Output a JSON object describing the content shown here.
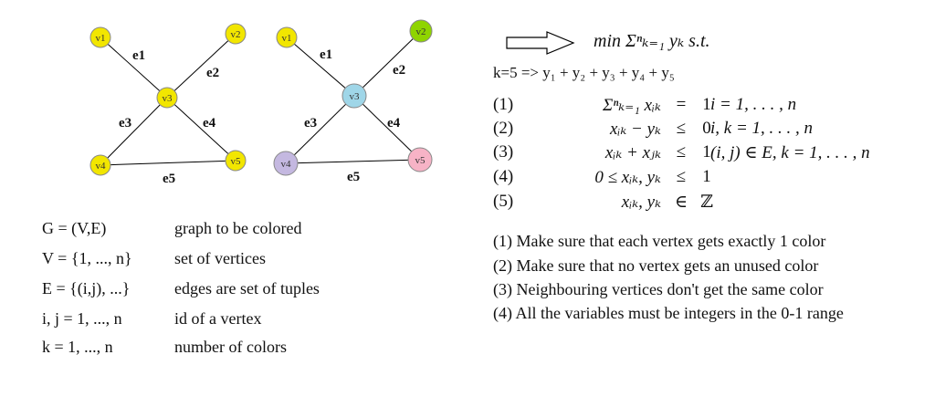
{
  "graph_left": {
    "vertices": [
      {
        "label": "v1",
        "color": "#f2e600"
      },
      {
        "label": "v2",
        "color": "#f2e600"
      },
      {
        "label": "v3",
        "color": "#f2e600"
      },
      {
        "label": "v4",
        "color": "#f2e600"
      },
      {
        "label": "v5",
        "color": "#f2e600"
      }
    ],
    "edges": [
      {
        "label": "e1",
        "from": "v1",
        "to": "v3"
      },
      {
        "label": "e2",
        "from": "v2",
        "to": "v3"
      },
      {
        "label": "e3",
        "from": "v3",
        "to": "v4"
      },
      {
        "label": "e4",
        "from": "v3",
        "to": "v5"
      },
      {
        "label": "e5",
        "from": "v4",
        "to": "v5"
      }
    ]
  },
  "graph_right": {
    "vertices": [
      {
        "label": "v1",
        "color": "#f2e600"
      },
      {
        "label": "v2",
        "color": "#8fd400"
      },
      {
        "label": "v3",
        "color": "#9fd6e8"
      },
      {
        "label": "v4",
        "color": "#c4b8e0"
      },
      {
        "label": "v5",
        "color": "#f7b3c6"
      }
    ],
    "edges": [
      {
        "label": "e1",
        "from": "v1",
        "to": "v3"
      },
      {
        "label": "e2",
        "from": "v2",
        "to": "v3"
      },
      {
        "label": "e3",
        "from": "v3",
        "to": "v4"
      },
      {
        "label": "e4",
        "from": "v3",
        "to": "v5"
      },
      {
        "label": "e5",
        "from": "v4",
        "to": "v5"
      }
    ]
  },
  "definitions": [
    {
      "symbol": "G = (V,E)",
      "description": "graph to be colored"
    },
    {
      "symbol": "V = {1, ..., n}",
      "description": "set of vertices"
    },
    {
      "symbol": "E = {(i,j), ...}",
      "description": "edges are set of tuples"
    },
    {
      "symbol": "i, j = 1, ..., n",
      "description": "id of a vertex"
    },
    {
      "symbol": "k = 1, ..., n",
      "description": "number of colors"
    }
  ],
  "objective": "min Σⁿₖ₌₁ yₖ  s.t.",
  "k_line": "k=5 => y₁ + y₂ + y₃ + y₄ + y₅",
  "constraints": [
    {
      "num": "(1)",
      "lhs": "Σⁿₖ₌₁ xᵢₖ",
      "rel": "=",
      "rhs": "1",
      "cond": "i = 1, . . . , n"
    },
    {
      "num": "(2)",
      "lhs": "xᵢₖ − yₖ",
      "rel": "≤",
      "rhs": "0",
      "cond": "i, k = 1, . . . , n"
    },
    {
      "num": "(3)",
      "lhs": "xᵢₖ + xⱼₖ",
      "rel": "≤",
      "rhs": "1",
      "cond": "(i, j) ∈ E,  k = 1, . . . , n"
    },
    {
      "num": "(4)",
      "lhs": "0 ≤ xᵢₖ, yₖ",
      "rel": "≤",
      "rhs": "1",
      "cond": ""
    },
    {
      "num": "(5)",
      "lhs": "xᵢₖ, yₖ",
      "rel": "∈",
      "rhs": "ℤ",
      "cond": ""
    }
  ],
  "notes": [
    "(1) Make sure that each vertex gets exactly 1 color",
    "(2) Make sure that no vertex gets an unused color",
    "(3) Neighbouring vertices don't get the same color",
    "(4) All the variables must be integers in the 0-1 range"
  ]
}
